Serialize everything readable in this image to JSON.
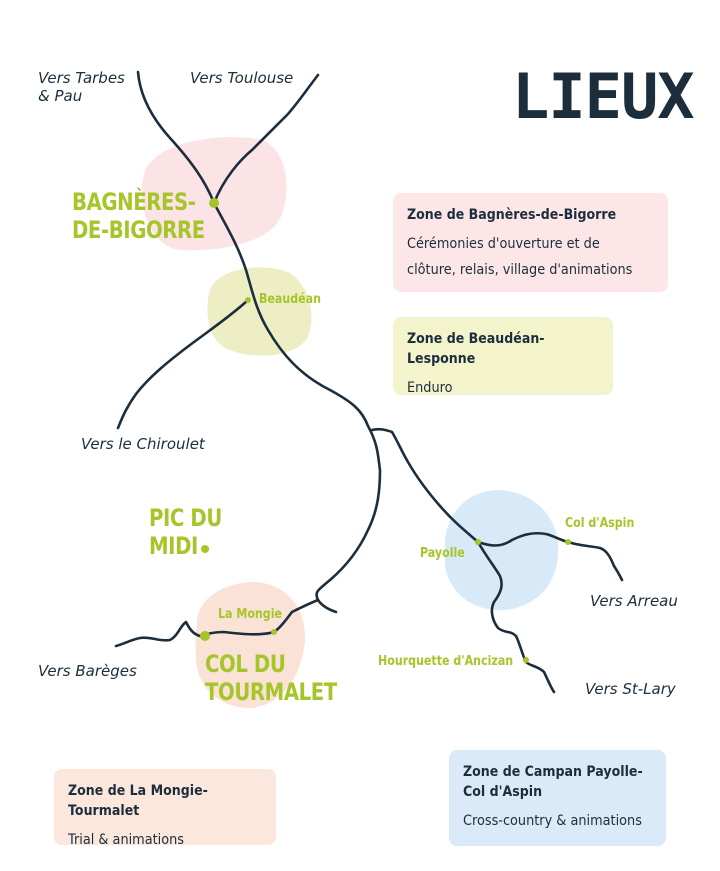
{
  "title": "LIEUX",
  "directions": {
    "tarbes": "Vers Tarbes & Pau",
    "toulouse": "Vers Toulouse",
    "chiroulet": "Vers le Chiroulet",
    "bareges": "Vers Barèges",
    "arreau": "Vers Arreau",
    "stlary": "Vers St-Lary"
  },
  "places": {
    "bagneres_line1": "BAGNÈRES-",
    "bagneres_line2": "DE-BIGORRE",
    "beaudean": "Beaudéan",
    "pic_line1": "PIC DU",
    "pic_line2": "MIDI",
    "la_mongie": "La Mongie",
    "tourmalet_line1": "COL DU",
    "tourmalet_line2": "TOURMALET",
    "payolle": "Payolle",
    "col_aspin": "Col d'Aspin",
    "hourquette": "Hourquette d'Ancizan"
  },
  "zones": [
    {
      "title": "Zone de Bagnères-de-Bigorre",
      "body": "Cérémonies d'ouverture et de clôture, relais, village d'animations",
      "color": "#fde6e7"
    },
    {
      "title": "Zone de Beaudéan-Lesponne",
      "body": "Enduro",
      "color": "#f4f4cc"
    },
    {
      "title": "Zone de La Mongie-Tourmalet",
      "body": "Trial & animations",
      "color": "#fce7dd"
    },
    {
      "title": "Zone de Campan Payolle-Col d'Aspin",
      "body": "Cross-country & animations",
      "color": "#dbeaf8"
    }
  ],
  "colors": {
    "road": "#1c2e3c",
    "accent": "#a5c52a",
    "title": "#1c2e3c"
  }
}
